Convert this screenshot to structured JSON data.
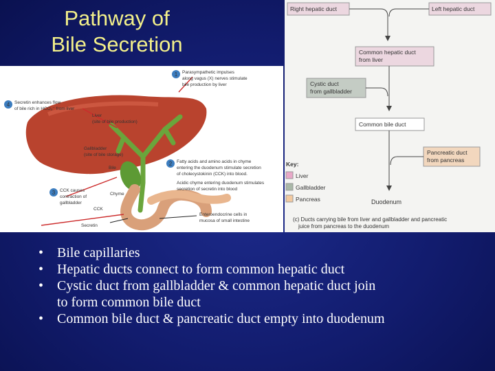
{
  "slide": {
    "title_line1": "Pathway of",
    "title_line2": "Bile Secretion"
  },
  "left_figure": {
    "step1_number": "1",
    "step1_text": [
      "Parasympathetic impulses",
      "along vagus (X) nerves stimulate",
      "bile production by liver"
    ],
    "step2_number": "2",
    "step2_text": [
      "Fatty acids and amino acids in chyme",
      "entering the duodenum stimulate secretion",
      "of cholecystokinin (CCK) into blood.",
      "Acidic chyme entering duodenum stimulates",
      "secretion of secretin into blood"
    ],
    "step3_number": "3",
    "step3_text": [
      "CCK causes",
      "contraction of",
      "gallbladder"
    ],
    "step4_number": "4",
    "step4_text": [
      "Secretin enhances flow",
      "of bile rich in HCO₃⁻ from liver"
    ],
    "liver_label": [
      "Liver",
      "(site of bile production)"
    ],
    "gallbladder_label": [
      "Gallbladder",
      "(site of bile storage)"
    ],
    "bile_label": "Bile",
    "chyme_label": "Chyme",
    "cck_label": "CCK",
    "secretin_label": "Secretin",
    "enteroendocrine_label": [
      "Enteroendocrine cells in",
      "mucosa of small intestine"
    ]
  },
  "right_figure": {
    "right_hepatic_duct": "Right hepatic duct",
    "left_hepatic_duct": "Left hepatic duct",
    "common_hepatic_duct": [
      "Common hepatic duct",
      "from liver"
    ],
    "cystic_duct": [
      "Cystic duct",
      "from gallbladder"
    ],
    "common_bile_duct": "Common bile duct",
    "pancreatic_duct": [
      "Pancreatic duct",
      "from pancreas"
    ],
    "duodenum": "Duodenum",
    "key_title": "Key:",
    "key_items": [
      {
        "label": "Liver",
        "color": "#e8a8c8"
      },
      {
        "label": "Gallbladder",
        "color": "#a9b8a8"
      },
      {
        "label": "Pancreas",
        "color": "#f2c9a0"
      }
    ],
    "caption": [
      "(c) Ducts carrying bile from liver and gallbladder and pancreatic",
      "juice from pancreas to the duodenum"
    ]
  },
  "bullets": [
    [
      "Bile capillaries"
    ],
    [
      "Hepatic ducts connect to form common hepatic duct"
    ],
    [
      "Cystic duct from gallbladder & common hepatic duct join",
      "to form common bile duct"
    ],
    [
      "Common bile duct & pancreatic duct empty into duodenum"
    ]
  ],
  "colors": {
    "background": "#121c6e",
    "title": "#f3f08a",
    "bullet_text": "#ffffff",
    "liver": "#b9432e",
    "gallbladder": "#6aa53c",
    "pancreas": "#d9a07a",
    "step_badge": "#3c7dbf"
  }
}
